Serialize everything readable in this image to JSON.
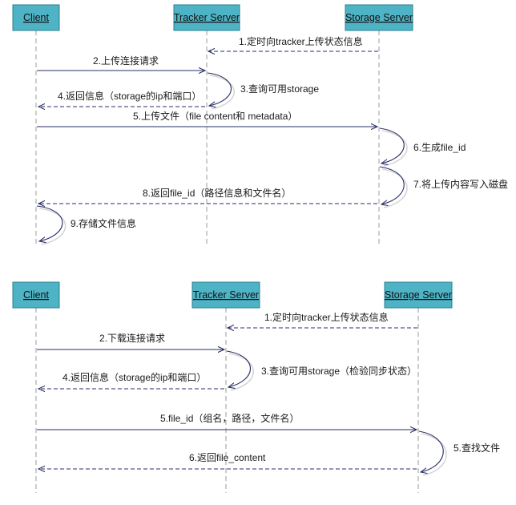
{
  "upload": {
    "client": "Client",
    "tracker": "Tracker Server",
    "storage": "Storage Server",
    "m1": "1.定时向tracker上传状态信息",
    "m2": "2.上传连接请求",
    "m3": "3.查询可用storage",
    "m4": "4.返回信息（storage的ip和端口）",
    "m5": "5.上传文件（file content和 metadata）",
    "m6": "6.生成file_id",
    "m7": "7.将上传内容写入磁盘",
    "m8": "8.返回file_id（路径信息和文件名）",
    "m9": "9.存储文件信息"
  },
  "download": {
    "client": "Client",
    "tracker": "Tracker Server",
    "storage": "Storage Server",
    "m1": "1.定时向tracker上传状态信息",
    "m2": "2.下载连接请求",
    "m3": "3.查询可用storage（检验同步状态）",
    "m4": "4.返回信息（storage的ip和端口）",
    "m5": "5.file_id（组名，路径，文件名）",
    "m5b": "5.查找文件",
    "m6": "6.返回file_content"
  },
  "colors": {
    "participant_box": "#4fb3c6",
    "arrow": "#2a2f66",
    "lifeline": "#9a9a9a"
  }
}
